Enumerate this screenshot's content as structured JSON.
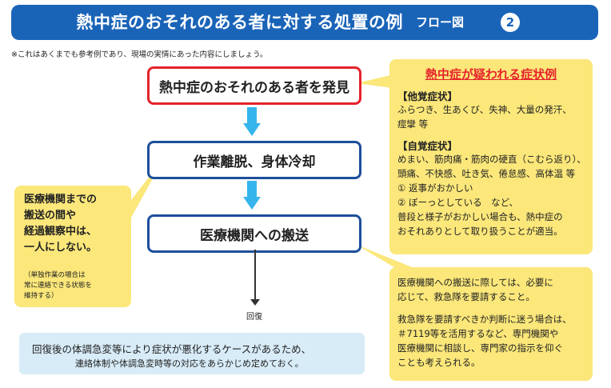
{
  "header": {
    "title": "熱中症のおそれのある者に対する処置の例",
    "flow_label": "フロー図",
    "flow_number": "2"
  },
  "note": "※これはあくまでも参考例であり、現場の実情にあった内容にしましょう。",
  "flow": {
    "discover": "熱中症のおそれのある者を発見",
    "cool": "作業離脱、身体冷却",
    "transport": "医療機関への搬送",
    "recovery_label": "回復"
  },
  "symptoms": {
    "title": "熱中症が疑われる症状例",
    "objective_heading": "【他覚症状】",
    "objective_text": "ふらつき、生あくび、失神、大量の発汗、\n痙攣 等",
    "subjective_heading": "【自覚症状】",
    "subjective_text": "めまい、筋肉痛・筋肉の硬直（こむら返り）、\n頭痛、不快感、吐き気、倦怠感、高体温 等\n① 返事がおかしい\n② ぼーっとしている　など、\n普段と様子がおかしい場合も、熱中症の\nおそれありとして取り扱うことが適当。"
  },
  "left_note": {
    "main": "医療機関までの\n搬送の間や\n経過観察中は、\n一人にしない。",
    "sub": "（単独作業の場合は\n常に連絡できる状態を\n維持する）"
  },
  "right_note": {
    "p1": "医療機関への搬送に際しては、必要に\n応じて、救急隊を要請すること。",
    "p2": "救急隊を要請すべきか判断に迷う場合は、\n＃7119等を活用するなど、専門機関や\n医療機関に相談し、専門家の指示を仰ぐ\nことも考えられる。"
  },
  "bottom_note": {
    "line1": "回復後の体調急変等により症状が悪化するケースがあるため、",
    "line2": "連絡体制や体調急変時等の対応をあらかじめ定めておく。"
  },
  "colors": {
    "header_blue": "#1a64b8",
    "alert_red": "#e5232b",
    "box_navy": "#1d4f9c",
    "arrow_cyan": "#36b4ec",
    "note_yellow": "#fbe77a",
    "bottom_blue": "#d8ecf8"
  }
}
